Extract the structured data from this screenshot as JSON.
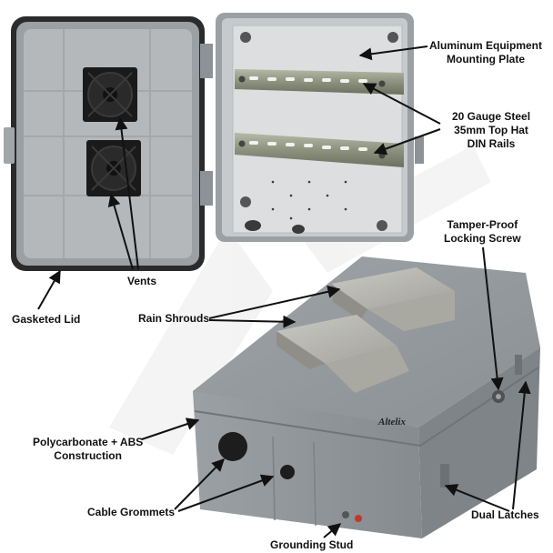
{
  "brand": {
    "logo_text": "Altelix"
  },
  "callouts": {
    "aluminum_plate": [
      "Aluminum Equipment",
      "Mounting Plate"
    ],
    "din_rails": [
      "20 Gauge Steel",
      "35mm Top Hat",
      "DIN Rails"
    ],
    "vents": "Vents",
    "gasketed_lid": "Gasketed Lid",
    "tamper_screw": [
      "Tamper-Proof",
      "Locking Screw"
    ],
    "rain_shrouds": "Rain Shrouds",
    "construction": [
      "Polycarbonate + ABS",
      "Construction"
    ],
    "cable_grommets": "Cable Grommets",
    "dual_latches": "Dual Latches",
    "grounding_stud": "Grounding Stud"
  },
  "colors": {
    "enclosure_gray": "#8f969b",
    "interior_gray": "#b9bdc0",
    "mounting_plate": "#d9dbdc",
    "din_rail": "#9aa08f",
    "fan_black": "#1a1a1a",
    "gasket": "#2b2b2b",
    "shroud": "#b9b9b3"
  }
}
